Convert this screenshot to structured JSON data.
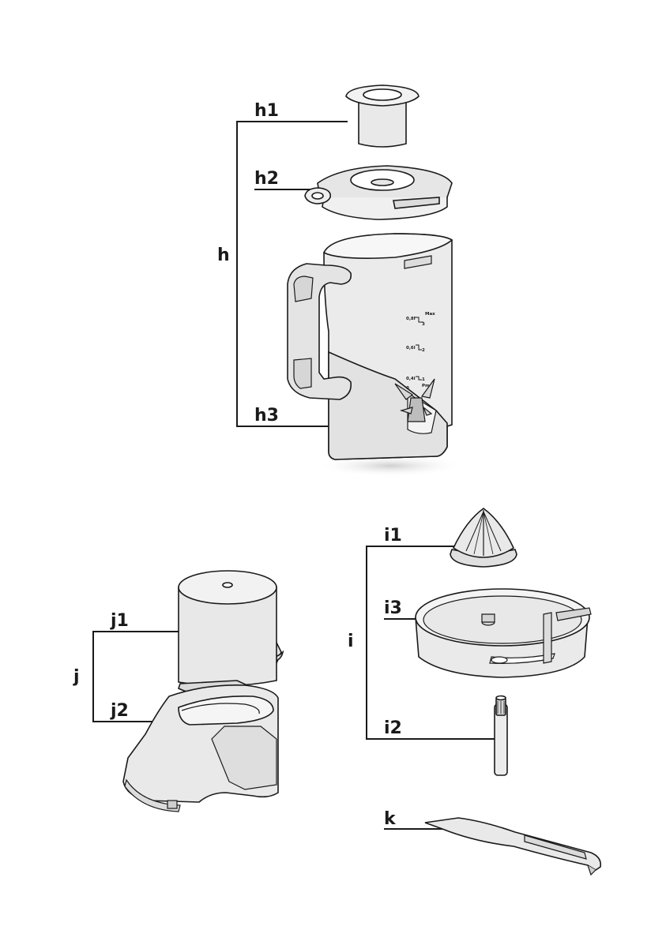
{
  "labels": {
    "h": "h",
    "h1": "h1",
    "h2": "h2",
    "h3": "h3",
    "j": "j",
    "j1": "j1",
    "j2": "j2",
    "i": "i",
    "i1": "i1",
    "i2": "i2",
    "i3": "i3",
    "k": "k"
  },
  "jug_markings": {
    "m1_left": "0,8l",
    "m1_right": "Max",
    "m1_num": "3",
    "m2_left": "0,6l",
    "m2_num": "2",
    "m3_left": "0,4l",
    "m3_num": "1",
    "m4_left": "0",
    "m4_right": "Pm"
  },
  "colors": {
    "line": "#1a1a1a",
    "part_fill": "#e6e6e6",
    "light_fill": "#f3f3f3",
    "shadow": "#d4d4d4"
  }
}
